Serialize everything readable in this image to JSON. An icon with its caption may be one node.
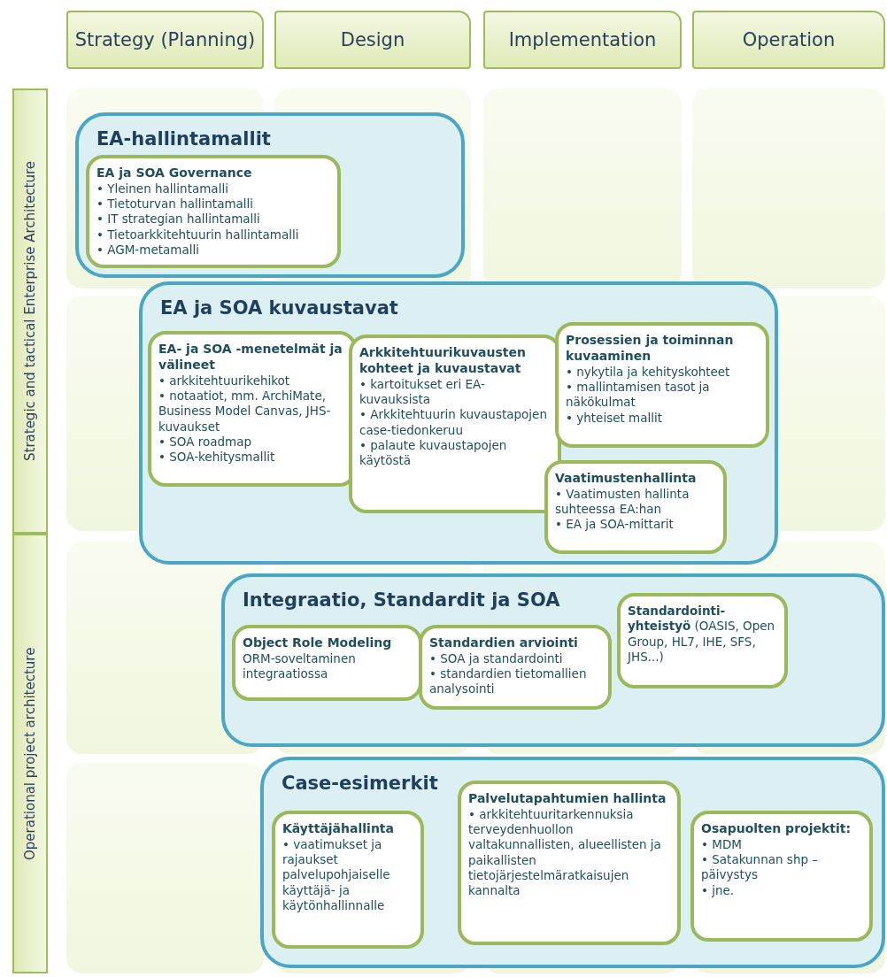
{
  "diagram": {
    "nodes": [
      {
        "text": [
          "Strategy (Planning)"
        ]
      },
      {
        "text": [
          "Design"
        ]
      },
      {
        "text": [
          "Implementation"
        ]
      },
      {
        "text": [
          "Operation"
        ]
      },
      {
        "text": [
          "Strategic and tactical Enterprise Architecture"
        ]
      },
      {
        "text": [
          "Operational project architecture"
        ]
      },
      {
        "text": [
          "EA-hallintamallit"
        ]
      },
      {
        "text": [
          "EA ja SOA Governance",
          "• Yleinen hallintamalli",
          "• Tietoturvan hallintamalli",
          "• IT strategian hallintamalli",
          "• Tietoarkkitehtuurin hallintamalli",
          "• AGM-metamalli"
        ],
        "in": 6
      },
      {
        "text": [
          "EA ja SOA kuvaustavat"
        ]
      },
      {
        "text": [
          "EA- ja SOA -menetelmät ja välineet",
          "• arkkitehtuurikehikot",
          "• notaatiot, mm. ArchiMate, Business Model Canvas, JHS-kuvaukset",
          "• SOA roadmap",
          "• SOA-kehitysmallit"
        ],
        "in": 8
      },
      {
        "text": [
          "Arkkitehtuurikuvausten kohteet ja kuvaustavat",
          "• kartoitukset eri EA-kuvauksista",
          "• Arkkitehtuurin kuvaustapojen case-tiedonkeruu",
          "• palaute kuvaustapojen käytöstä"
        ],
        "in": 8
      },
      {
        "text": [
          "Prosessien ja toiminnan kuvaaminen",
          "• nykytila ja kehityskohteet",
          "• mallintamisen tasot ja näkökulmat",
          "• yhteiset mallit"
        ],
        "in": 8
      },
      {
        "text": [
          "Vaatimustenhallinta",
          "• Vaatimusten hallinta suhteessa EA:han",
          "• EA ja SOA-mittarit"
        ],
        "in": 8
      },
      {
        "text": [
          "Integraatio, Standardit ja SOA"
        ]
      },
      {
        "text": [
          "Object Role Modeling",
          "ORM-soveltaminen integraatiossa"
        ],
        "in": 13
      },
      {
        "text": [
          "Standardien arviointi",
          "• SOA ja standardointi",
          "• standardien tietomallien analysointi"
        ],
        "in": 13
      },
      {
        "text": [
          "**Standardointi-yhteistyö** (OASIS, Open Group, HL7, IHE, SFS, JHS...)"
        ],
        "in": 13
      },
      {
        "text": [
          "Case-esimerkit"
        ]
      },
      {
        "text": [
          "Käyttäjähallinta",
          "• vaatimukset ja rajaukset palvelupohjaiselle käyttäjä- ja käytönhallinnalle"
        ],
        "in": 17
      },
      {
        "text": [
          "Palvelutapahtumien hallinta",
          "• arkkitehtuuritarkennuksia terveydenhuollon valtakunnallisten, alueellisten ja paikallisten tietojärjestelmäratkaisujen kannalta"
        ],
        "in": 17
      },
      {
        "text": [
          "Osapuolten projektit:",
          "• MDM",
          "• Satakunnan shp – päivystys",
          "• jne."
        ],
        "in": 17
      }
    ]
  }
}
